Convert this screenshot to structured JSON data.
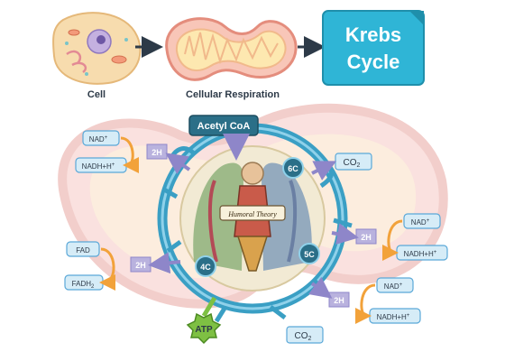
{
  "top": {
    "cell_label": "Cell",
    "resp_label": "Cellular Respiration",
    "title_line1": "Krebs",
    "title_line2": "Cycle"
  },
  "cycle": {
    "acetyl": "Acetyl CoA",
    "c6": "6C",
    "c5": "5C",
    "c4": "4C",
    "scroll": "Humoral Theory",
    "atp": "ATP"
  },
  "left_boxes": {
    "nad1": "NAD",
    "nadh1": "NADH+H",
    "twoh1": "2H",
    "fad": "FAD",
    "fadh": "FADH",
    "fadh_sub": "2",
    "twoh2": "2H"
  },
  "right_boxes": {
    "co2_top": "CO",
    "co2_top_sub": "2",
    "twoh3": "2H",
    "nad2": "NAD",
    "nadh2": "NADH+H",
    "twoh4": "2H",
    "nad3": "NAD",
    "nadh3": "NADH+H",
    "co2_bottom": "CO",
    "co2_bottom_sub": "2"
  },
  "colors": {
    "teal": "#3a9fc4",
    "teal_dark": "#2b6f88",
    "purple": "#8e86c9",
    "purple_box": "#b9b2de",
    "blue_box": "#d6ecf7",
    "blue_border": "#5aa8d8",
    "title_bg": "#2fb5d6",
    "orange": "#f2a23a",
    "atp_green": "#7ec043"
  }
}
